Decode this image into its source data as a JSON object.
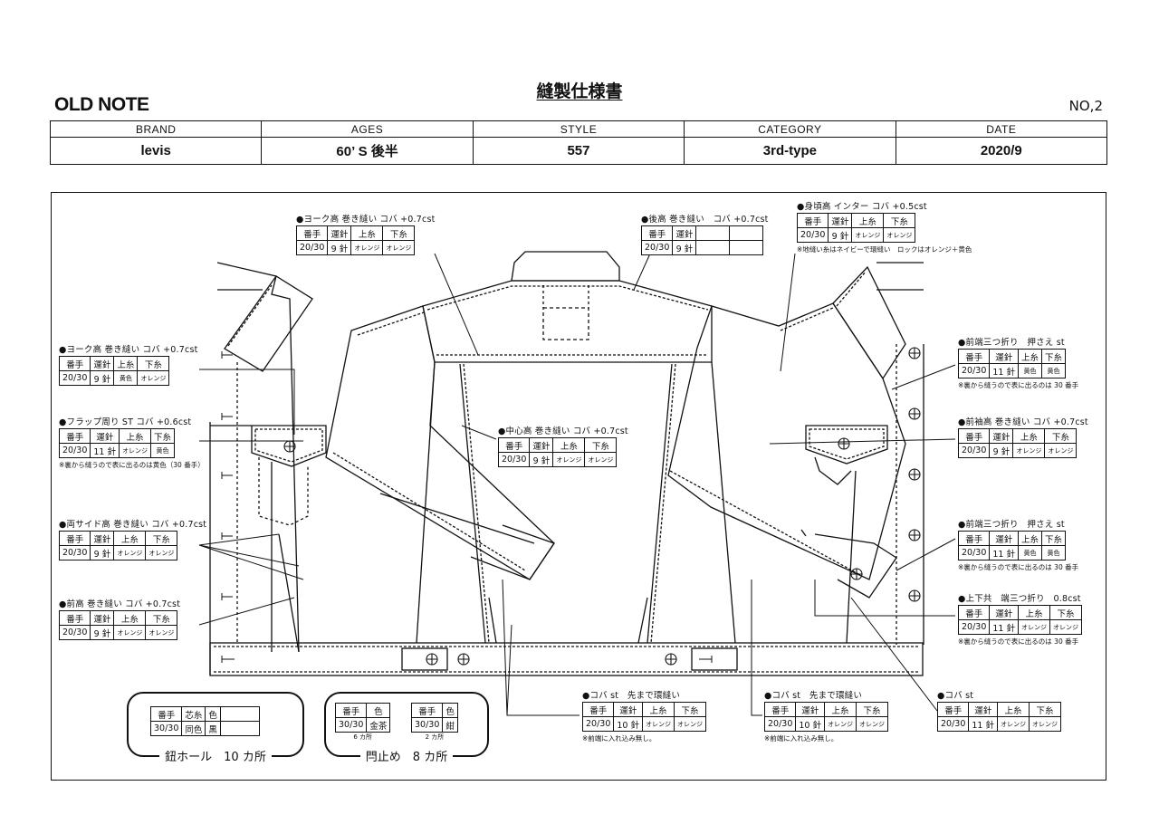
{
  "header": {
    "title": "縫製仕様書",
    "brand_logo": "OLD NOTE",
    "page_no": "NO,2",
    "columns": [
      "BRAND",
      "AGES",
      "STYLE",
      "CATEGORY",
      "DATE"
    ],
    "values": [
      "levis",
      "60’ S 後半",
      "557",
      "3rd-type",
      "2020/9"
    ]
  },
  "common": {
    "cols4": [
      "番手",
      "運針",
      "上糸",
      "下糸"
    ],
    "cols3": [
      "番手",
      "芯糸",
      "色"
    ],
    "cols2": [
      "番手",
      "色"
    ]
  },
  "specs": {
    "yoke_top": {
      "title": "●ヨーク高 巻き縫い コバ +0.7cst",
      "row": [
        "20/30",
        "9 針",
        "オレンジ",
        "オレンジ"
      ]
    },
    "back_top": {
      "title": "●後高 巻き縫い　コバ +0.7cst",
      "row": [
        "20/30",
        "9 針",
        "",
        ""
      ]
    },
    "body_inter": {
      "title": "●身頃高 インター コバ +0.5cst",
      "row": [
        "20/30",
        "9 針",
        "オレンジ",
        "オレンジ"
      ],
      "note": "※地縫い糸はネイビーで環縫い　ロックはオレンジ＋黄色"
    },
    "yoke_left": {
      "title": "●ヨーク高 巻き縫い コバ +0.7cst",
      "row": [
        "20/30",
        "9 針",
        "黄色",
        "オレンジ"
      ]
    },
    "flap": {
      "title": "●フラップ周り ST コバ +0.6cst",
      "row": [
        "20/30",
        "11 針",
        "オレンジ",
        "黄色"
      ],
      "note": "※裏から縫うので表に出るのは黄色（30 番手）"
    },
    "center": {
      "title": "●中心高 巻き縫い コバ +0.7cst",
      "row": [
        "20/30",
        "9 針",
        "オレンジ",
        "オレンジ"
      ]
    },
    "front_tri1": {
      "title": "●前端三つ折り　押さえ st",
      "row": [
        "20/30",
        "11 針",
        "黄色",
        "黄色"
      ],
      "note": "※裏から縫うので表に出るのは 30 番手"
    },
    "front_sleeve": {
      "title": "●前袖高 巻き縫い コバ +0.7cst",
      "row": [
        "20/30",
        "9 針",
        "オレンジ",
        "オレンジ"
      ]
    },
    "side": {
      "title": "●両サイド高 巻き縫い コバ +0.7cst",
      "row": [
        "20/30",
        "9 針",
        "オレンジ",
        "オレンジ"
      ]
    },
    "front_tri2": {
      "title": "●前端三つ折り　押さえ st",
      "row": [
        "20/30",
        "11 針",
        "黄色",
        "黄色"
      ],
      "note": "※裏から縫うので表に出るのは 30 番手"
    },
    "front_top": {
      "title": "●前高 巻き縫い コバ +0.7cst",
      "row": [
        "20/30",
        "9 針",
        "オレンジ",
        "オレンジ"
      ]
    },
    "hem_tri": {
      "title": "●上下共　端三つ折り　0.8cst",
      "row": [
        "20/30",
        "11 針",
        "オレンジ",
        "オレンジ"
      ],
      "note": "※裏から縫うので表に出るのは 30 番手"
    },
    "koba1": {
      "title": "●コバ st　先まで環縫い",
      "row": [
        "20/30",
        "10 針",
        "オレンジ",
        "オレンジ"
      ],
      "note": "※前端に入れ込み無し。"
    },
    "koba2": {
      "title": "●コバ st　先まで環縫い",
      "row": [
        "20/30",
        "10 針",
        "オレンジ",
        "オレンジ"
      ],
      "note": "※前端に入れ込み無し。"
    },
    "koba3": {
      "title": "●コバ st",
      "row": [
        "20/30",
        "11 針",
        "オレンジ",
        "オレンジ"
      ]
    }
  },
  "buttonhole": {
    "row": [
      "30/30",
      "同色",
      "黒"
    ],
    "label": "鈕ホール　10 カ所"
  },
  "bartack": {
    "row_a": [
      "30/30",
      "金茶"
    ],
    "row_b": [
      "30/30",
      "紺"
    ],
    "note_a": "6 カ所",
    "note_b": "2 カ所",
    "label": "閂止め　8 カ所"
  }
}
